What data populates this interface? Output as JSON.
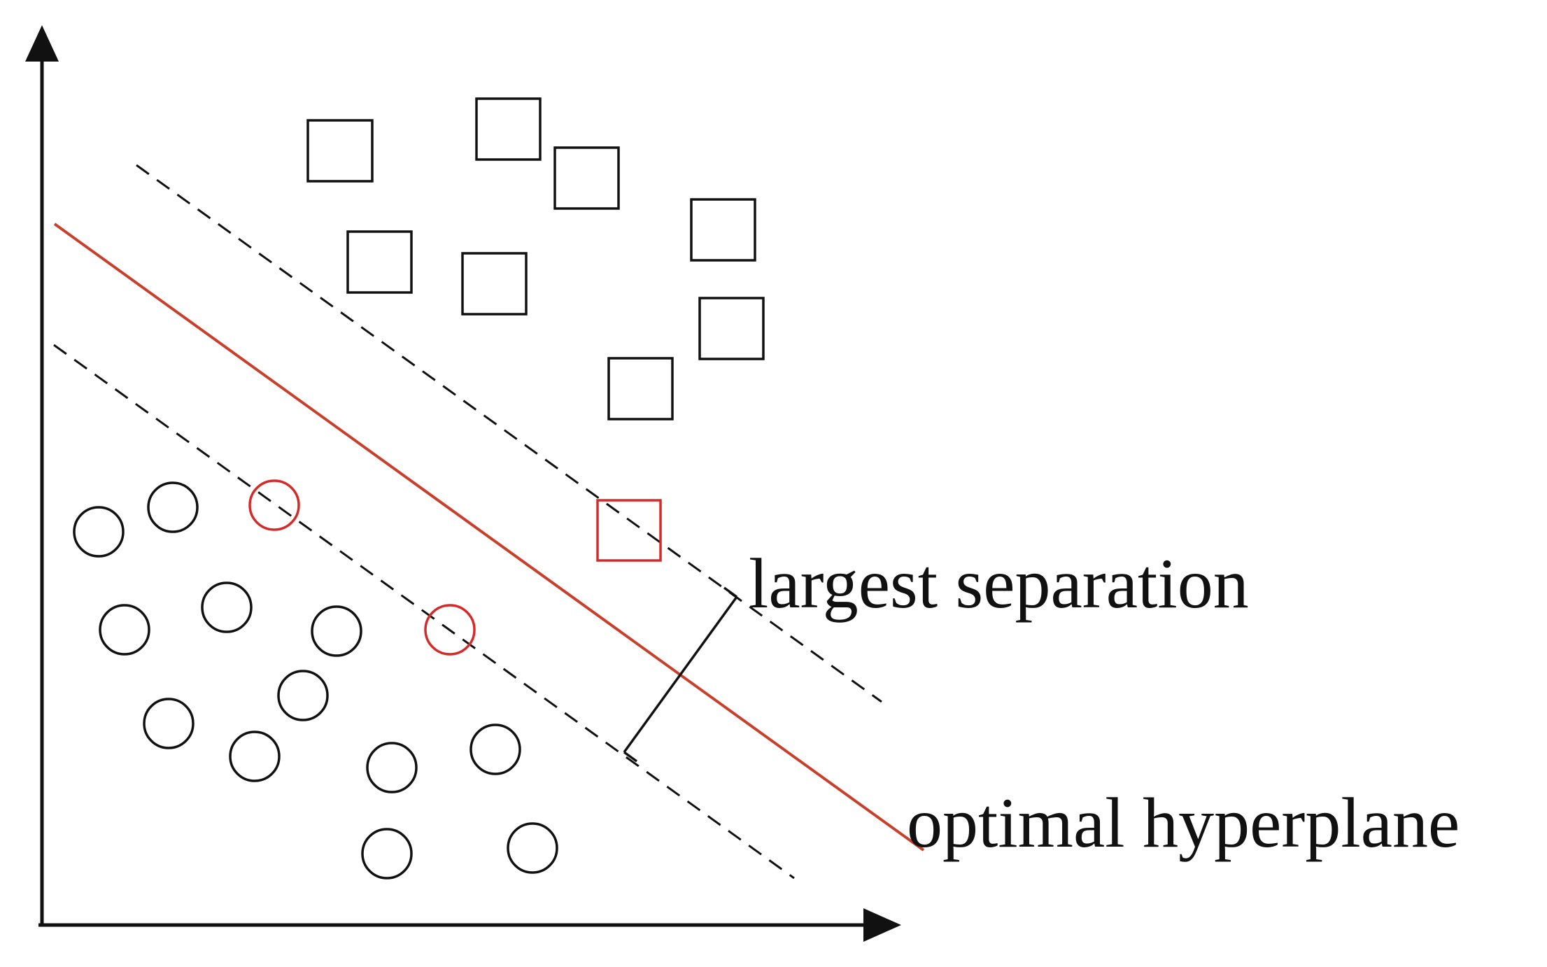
{
  "labels": {
    "margin": "largest separation",
    "hyperplane": "optimal hyperplane"
  },
  "colors": {
    "ink": "#111111",
    "hyperplane": "#c8402c",
    "support_vector": "#d42a2a"
  },
  "legend": {
    "square_class": "square-class",
    "circle_class": "circle-class"
  }
}
